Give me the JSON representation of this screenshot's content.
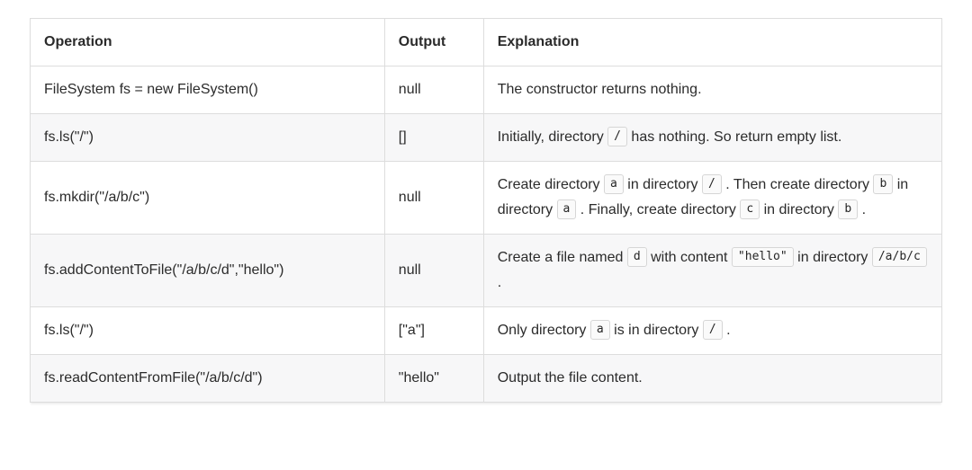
{
  "colors": {
    "border": "#dddddd",
    "row_stripe": "#f7f7f8",
    "text": "#2b2b2b",
    "chip_background": "#fafafa",
    "chip_border": "#d6d6d6"
  },
  "table": {
    "columns": [
      {
        "label": "Operation"
      },
      {
        "label": "Output"
      },
      {
        "label": "Explanation"
      }
    ],
    "rows": [
      {
        "operation": "FileSystem fs = new FileSystem()",
        "output": "null",
        "explanation": [
          {
            "type": "text",
            "value": "The constructor returns nothing."
          }
        ]
      },
      {
        "operation": "fs.ls(\"/\")",
        "output": "[]",
        "explanation": [
          {
            "type": "text",
            "value": "Initially, directory "
          },
          {
            "type": "code",
            "value": "/"
          },
          {
            "type": "text",
            "value": " has nothing. So return empty list."
          }
        ]
      },
      {
        "operation": "fs.mkdir(\"/a/b/c\")",
        "output": "null",
        "explanation": [
          {
            "type": "text",
            "value": "Create directory "
          },
          {
            "type": "code",
            "value": "a"
          },
          {
            "type": "text",
            "value": " in directory "
          },
          {
            "type": "code",
            "value": "/"
          },
          {
            "type": "text",
            "value": " . Then create directory "
          },
          {
            "type": "code",
            "value": "b"
          },
          {
            "type": "text",
            "value": " in directory "
          },
          {
            "type": "code",
            "value": "a"
          },
          {
            "type": "text",
            "value": " . Finally, create directory "
          },
          {
            "type": "code",
            "value": "c"
          },
          {
            "type": "text",
            "value": " in directory "
          },
          {
            "type": "code",
            "value": "b"
          },
          {
            "type": "text",
            "value": " ."
          }
        ]
      },
      {
        "operation": "fs.addContentToFile(\"/a/b/c/d\",\"hello\")",
        "output": "null",
        "explanation": [
          {
            "type": "text",
            "value": "Create a file named "
          },
          {
            "type": "code",
            "value": "d"
          },
          {
            "type": "text",
            "value": " with content "
          },
          {
            "type": "code",
            "value": "\"hello\""
          },
          {
            "type": "text",
            "value": " in directory "
          },
          {
            "type": "code",
            "value": "/a/b/c"
          },
          {
            "type": "text",
            "value": " ."
          }
        ]
      },
      {
        "operation": "fs.ls(\"/\")",
        "output": "[\"a\"]",
        "explanation": [
          {
            "type": "text",
            "value": "Only directory "
          },
          {
            "type": "code",
            "value": "a"
          },
          {
            "type": "text",
            "value": " is in directory "
          },
          {
            "type": "code",
            "value": "/"
          },
          {
            "type": "text",
            "value": " ."
          }
        ]
      },
      {
        "operation": "fs.readContentFromFile(\"/a/b/c/d\")",
        "output": "\"hello\"",
        "explanation": [
          {
            "type": "text",
            "value": "Output the file content."
          }
        ]
      }
    ]
  }
}
